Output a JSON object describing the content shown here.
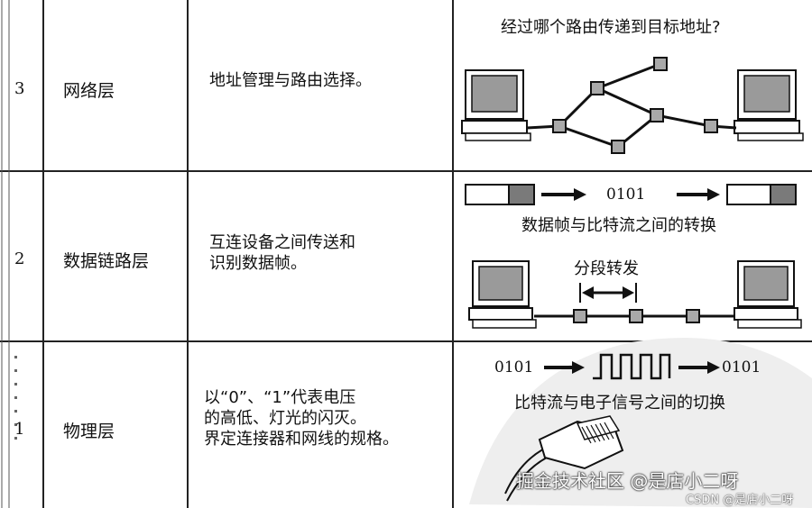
{
  "rows": [
    {
      "num": "3",
      "name": "网络层",
      "desc": [
        "地址管理与路由选择。"
      ],
      "caption": "经过哪个路由传递到目标地址?"
    },
    {
      "num": "2",
      "name": "数据链路层",
      "desc": [
        "互连设备之间传送和",
        "识别数据帧。"
      ],
      "caption_top_value": "0101",
      "caption": "数据帧与比特流之间的转换",
      "segment_label": "分段转发"
    },
    {
      "num": "1",
      "name": "物理层",
      "desc": [
        "以“0”、“1”代表电压",
        "的高低、灯光的闪灭。",
        "界定连接器和网线的规格。"
      ],
      "bits_in": "0101",
      "bits_out": "0101",
      "caption": "比特流与电子信号之间的切换"
    }
  ],
  "watermark": "掘金技术社区 @是店小二呀",
  "watermark_small": "CSDN @是店小二呀",
  "colors": {
    "line": "#1a1a1a",
    "node": "#a9a9a9",
    "screen": "#9a9a9a",
    "frame_dark": "#7a7a7a"
  }
}
